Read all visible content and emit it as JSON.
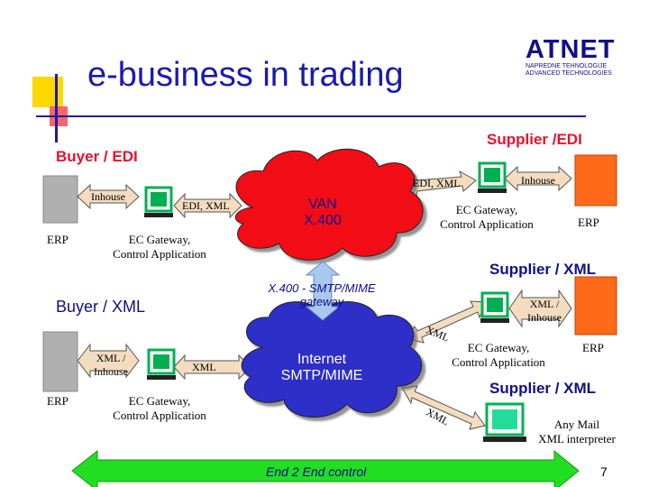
{
  "slide": {
    "title": "e-business in trading",
    "page_number": "7"
  },
  "logo": {
    "brand": "ATNET",
    "line1": "NAPREDNE TEHNOLOGIJE",
    "line2": "ADVANCED TECHNOLOGIES"
  },
  "labels": {
    "supplier_edi": "Supplier /EDI",
    "buyer_edi": "Buyer / EDI",
    "buyer_xml": "Buyer / XML",
    "supplier_xml_1": "Supplier / XML",
    "supplier_xml_2": "Supplier / XML",
    "inhouse": "Inhouse",
    "edi_xml": "EDI, XML",
    "erp": "ERP",
    "ec_gateway": "EC Gateway,",
    "control_app": "Control Application",
    "xml_slash": "XML /",
    "xml": "XML",
    "any_mail": "Any Mail",
    "xml_interpreter": "XML interpreter",
    "van_line1": "VAN",
    "van_line2": "X.400",
    "gateway_line1": "X.400 - SMTP/MIME",
    "gateway_line2": "gateway",
    "internet_line1": "Internet",
    "internet_line2": "SMTP/MIME",
    "end2end": "End 2 End control"
  },
  "colors": {
    "title": "#1a1ab0",
    "red_cloud": "#f20f12",
    "blue_cloud": "#2e2ec8",
    "accent_red": "#e8112d",
    "orange_box": "#ff6a1a",
    "computer_green": "#00b050",
    "arrow_green": "#22dd22",
    "gray_box": "#b0b0b0",
    "tan_arrow": "#f4dcc0"
  }
}
